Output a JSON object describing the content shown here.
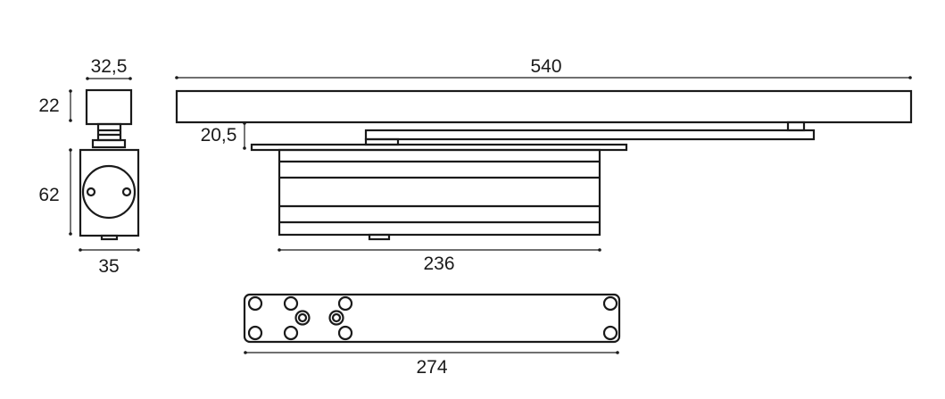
{
  "dimensions": {
    "side_width_top": "32,5",
    "side_height_top": "22",
    "side_height_body": "62",
    "side_width_body": "35",
    "arm_length": "540",
    "arm_offset": "20,5",
    "body_length": "236",
    "plate_length": "274"
  },
  "colors": {
    "line": "#1a1a1a",
    "background": "#ffffff"
  }
}
